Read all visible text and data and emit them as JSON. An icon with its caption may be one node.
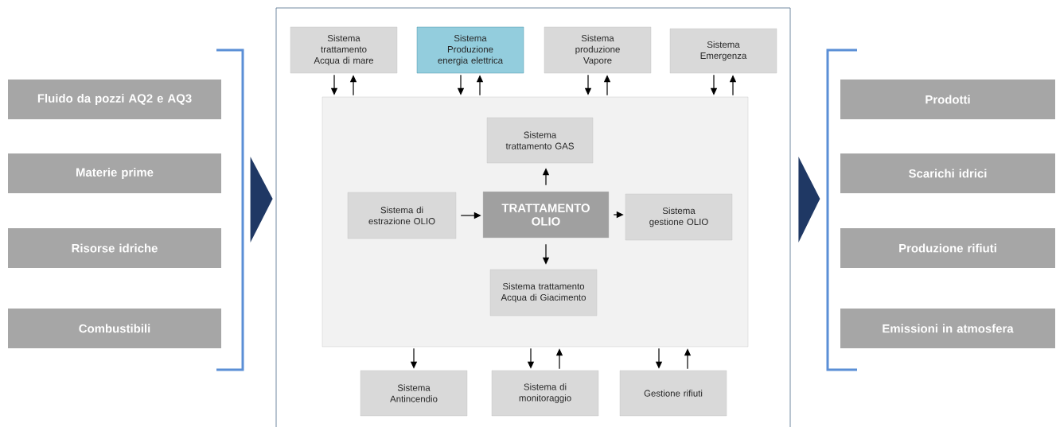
{
  "diagram": {
    "nodes": [
      {
        "text": [
          "Fluido da pozzi AQ2 e AQ3"
        ]
      },
      {
        "text": [
          "Materie prime"
        ]
      },
      {
        "text": [
          "Risorse idriche"
        ]
      },
      {
        "text": [
          "Combustibili"
        ]
      },
      {
        "text": [],
        "shape": "box"
      },
      {
        "text": [
          "Sistema trattamento Acqua di mare"
        ],
        "in": 4
      },
      {
        "text": [
          "Sistema Produzione energia elettrica"
        ],
        "in": 4
      },
      {
        "text": [
          "Sistema produzione Vapore"
        ],
        "in": 4
      },
      {
        "text": [
          "Sistema Emergenza"
        ],
        "in": 4
      },
      {
        "text": [],
        "shape": "box",
        "in": 4
      },
      {
        "text": [
          "Sistema trattamento GAS"
        ],
        "in": 9
      },
      {
        "text": [
          "Sistema di estrazione OLIO"
        ],
        "in": 9
      },
      {
        "text": [
          "TRATTAMENTO OLIO"
        ],
        "in": 9
      },
      {
        "text": [
          "Sistema gestione OLIO"
        ],
        "in": 9
      },
      {
        "text": [
          "Sistema trattamento Acqua di Giacimento"
        ],
        "in": 9
      },
      {
        "text": [
          "Sistema Antincendio"
        ],
        "in": 4
      },
      {
        "text": [
          "Sistema di monitoraggio"
        ],
        "in": 4
      },
      {
        "text": [
          "Gestione rifiuti"
        ],
        "in": 4
      },
      {
        "text": [
          "Prodotti"
        ]
      },
      {
        "text": [
          "Scarichi idrici"
        ]
      },
      {
        "text": [
          "Produzione rifiuti"
        ]
      },
      {
        "text": [
          "Emissioni in atmosfera"
        ]
      }
    ],
    "edges": [
      {
        "from": null,
        "to": 4,
        "arrow": "to"
      },
      {
        "from": 4,
        "to": null,
        "arrow": "to"
      },
      {
        "from": 5,
        "to": 9,
        "arrow": "to"
      },
      {
        "from": 9,
        "to": 5,
        "arrow": "to"
      },
      {
        "from": 6,
        "to": 9,
        "arrow": "to"
      },
      {
        "from": 9,
        "to": 6,
        "arrow": "to"
      },
      {
        "from": 7,
        "to": 9,
        "arrow": "to"
      },
      {
        "from": 9,
        "to": 7,
        "arrow": "to"
      },
      {
        "from": 8,
        "to": 9,
        "arrow": "to"
      },
      {
        "from": 9,
        "to": 8,
        "arrow": "to"
      },
      {
        "from": 12,
        "to": 10,
        "arrow": "to"
      },
      {
        "from": 11,
        "to": 12,
        "arrow": "to"
      },
      {
        "from": 12,
        "to": 13,
        "arrow": "to"
      },
      {
        "from": 12,
        "to": 14,
        "arrow": "to"
      },
      {
        "from": 9,
        "to": 15,
        "arrow": "to"
      },
      {
        "from": 9,
        "to": 16,
        "arrow": "to"
      },
      {
        "from": 16,
        "to": 9,
        "arrow": "to"
      },
      {
        "from": 9,
        "to": 17,
        "arrow": "to"
      },
      {
        "from": 17,
        "to": 9,
        "arrow": "to"
      }
    ]
  }
}
